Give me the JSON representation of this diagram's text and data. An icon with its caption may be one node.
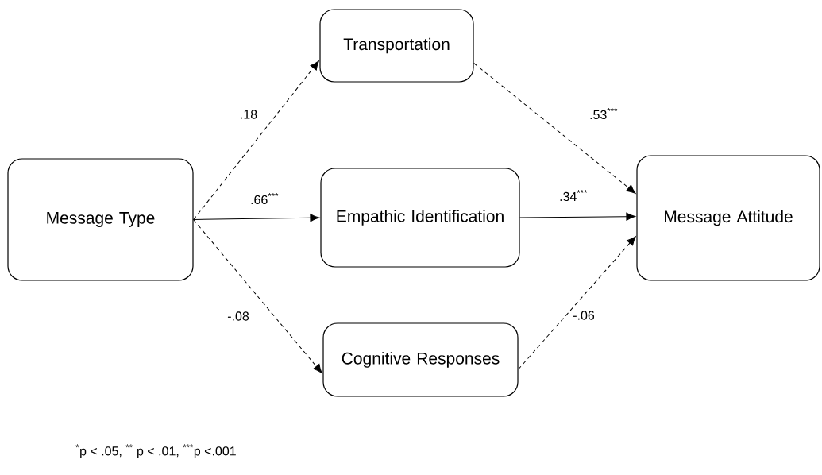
{
  "diagram": {
    "nodes": [
      {
        "text": [
          "Message Type"
        ]
      },
      {
        "text": [
          "Transportation"
        ]
      },
      {
        "text": [
          "Empathic Identification"
        ]
      },
      {
        "text": [
          "Cognitive Responses"
        ]
      },
      {
        "text": [
          "Message Attitude"
        ]
      }
    ],
    "edges": [
      {
        "from": 0,
        "to": 1,
        "arrow": "to",
        "label": ".18",
        "style": "dashed"
      },
      {
        "from": 0,
        "to": 2,
        "arrow": "to",
        "label": ".66$^{***}$"
      },
      {
        "from": 0,
        "to": 3,
        "arrow": "to",
        "label": "-.08",
        "style": "dashed"
      },
      {
        "from": 1,
        "to": 4,
        "arrow": "to",
        "label": ".53$^{***}$",
        "style": "dashed"
      },
      {
        "from": 2,
        "to": 4,
        "arrow": "to",
        "label": ".34$^{***}$"
      },
      {
        "from": 3,
        "to": 4,
        "arrow": "to",
        "label": "-.06",
        "style": "dashed"
      }
    ],
    "labels": [
      "$^{*}$p < .05, $^{**}$ p < .01, $^{***}$p <.001"
    ]
  }
}
